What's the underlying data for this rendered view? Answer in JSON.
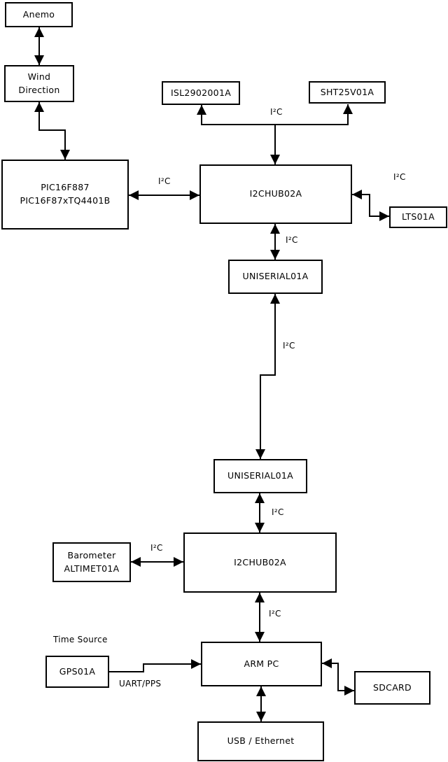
{
  "diagram": {
    "nodes": {
      "anemo": {
        "label": "Anemo"
      },
      "wind_direction": {
        "label": "Wind\nDirection"
      },
      "pic": {
        "label": "PIC16F887\nPIC16F87xTQ4401B"
      },
      "isl": {
        "label": "ISL2902001A"
      },
      "sht": {
        "label": "SHT25V01A"
      },
      "i2chub_top": {
        "label": "I2CHUB02A"
      },
      "lts": {
        "label": "LTS01A"
      },
      "uniserial_top": {
        "label": "UNISERIAL01A"
      },
      "uniserial_bottom": {
        "label": "UNISERIAL01A"
      },
      "i2chub_bottom": {
        "label": "I2CHUB02A"
      },
      "barometer": {
        "label": "Barometer\nALTIMET01A"
      },
      "gps": {
        "label": "GPS01A"
      },
      "arm_pc": {
        "label": "ARM PC"
      },
      "sdcard": {
        "label": "SDCARD"
      },
      "usb_ethernet": {
        "label": "USB / Ethernet"
      }
    },
    "edge_labels": {
      "i2c": "I²C",
      "uart_pps": "UART/PPS",
      "time_source": "Time Source"
    },
    "colors": {
      "line": "#000000",
      "box_border": "#000000",
      "background": "#ffffff"
    }
  }
}
